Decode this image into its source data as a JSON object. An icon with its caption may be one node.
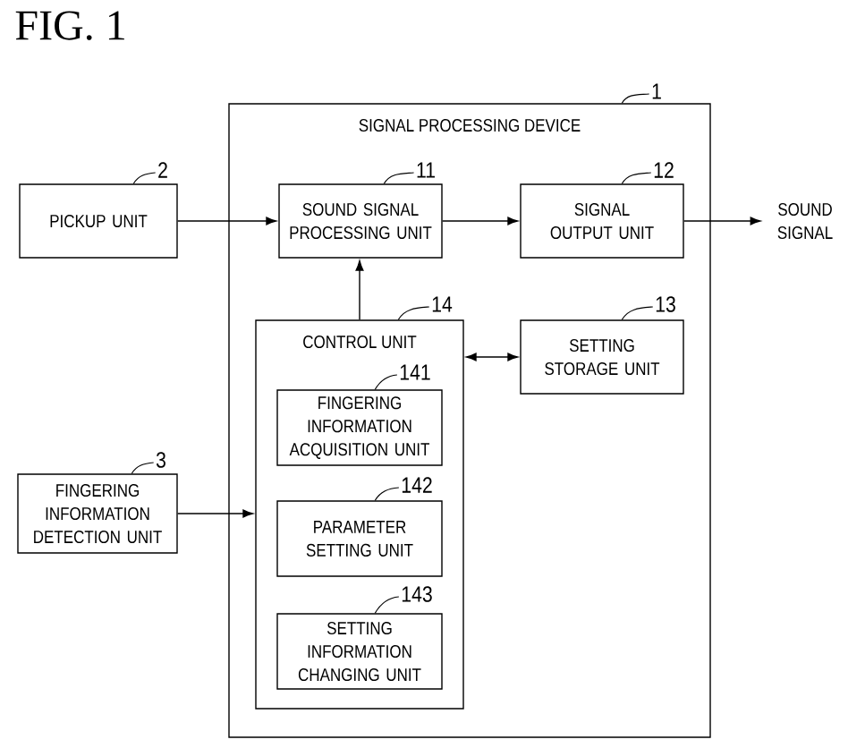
{
  "diagram": {
    "title": "FIG. 1",
    "nodes": [
      {
        "text": [
          "SIGNAL PROCESSING DEVICE"
        ]
      },
      {
        "text": [
          "1"
        ]
      },
      {
        "text": [
          "PICKUP UNIT"
        ]
      },
      {
        "text": [
          "2"
        ]
      },
      {
        "text": [
          "SOUND SIGNAL PROCESSING UNIT"
        ],
        "in": 0
      },
      {
        "text": [
          "11"
        ],
        "in": 0
      },
      {
        "text": [
          "SIGNAL OUTPUT UNIT"
        ],
        "in": 0
      },
      {
        "text": [
          "12"
        ],
        "in": 0
      },
      {
        "text": [
          "SOUND SIGNAL"
        ]
      },
      {
        "text": [
          "CONTROL UNIT"
        ],
        "in": 0
      },
      {
        "text": [
          "14"
        ],
        "in": 0
      },
      {
        "text": [
          "SETTING STORAGE UNIT"
        ],
        "in": 0
      },
      {
        "text": [
          "13"
        ],
        "in": 0
      },
      {
        "text": [
          "FINGERING INFORMATION ACQUISITION UNIT"
        ],
        "in": 9
      },
      {
        "text": [
          "141"
        ],
        "in": 9
      },
      {
        "text": [
          "PARAMETER SETTING UNIT"
        ],
        "in": 9
      },
      {
        "text": [
          "142"
        ],
        "in": 9
      },
      {
        "text": [
          "SETTING INFORMATION CHANGING UNIT"
        ],
        "in": 9
      },
      {
        "text": [
          "143"
        ],
        "in": 9
      },
      {
        "text": [
          "FINGERING INFORMATION DETECTION UNIT"
        ]
      },
      {
        "text": [
          "3"
        ]
      }
    ],
    "edges": [
      {
        "from": 2,
        "to": 4,
        "arrow": "to"
      },
      {
        "from": 4,
        "to": 6,
        "arrow": "to"
      },
      {
        "from": 6,
        "to": 8,
        "arrow": "to"
      },
      {
        "from": 9,
        "to": 4,
        "arrow": "to"
      },
      {
        "from": 9,
        "to": 11,
        "arrow": "both"
      },
      {
        "from": 19,
        "to": 9,
        "arrow": "to"
      },
      {
        "from": 1,
        "to": 0,
        "arrow": "none"
      },
      {
        "from": 3,
        "to": 2,
        "arrow": "none"
      },
      {
        "from": 5,
        "to": 4,
        "arrow": "none"
      },
      {
        "from": 7,
        "to": 6,
        "arrow": "none"
      },
      {
        "from": 10,
        "to": 9,
        "arrow": "none"
      },
      {
        "from": 12,
        "to": 11,
        "arrow": "none"
      },
      {
        "from": 14,
        "to": 13,
        "arrow": "none"
      },
      {
        "from": 16,
        "to": 15,
        "arrow": "none"
      },
      {
        "from": 18,
        "to": 17,
        "arrow": "none"
      },
      {
        "from": 20,
        "to": 19,
        "arrow": "none"
      }
    ]
  }
}
